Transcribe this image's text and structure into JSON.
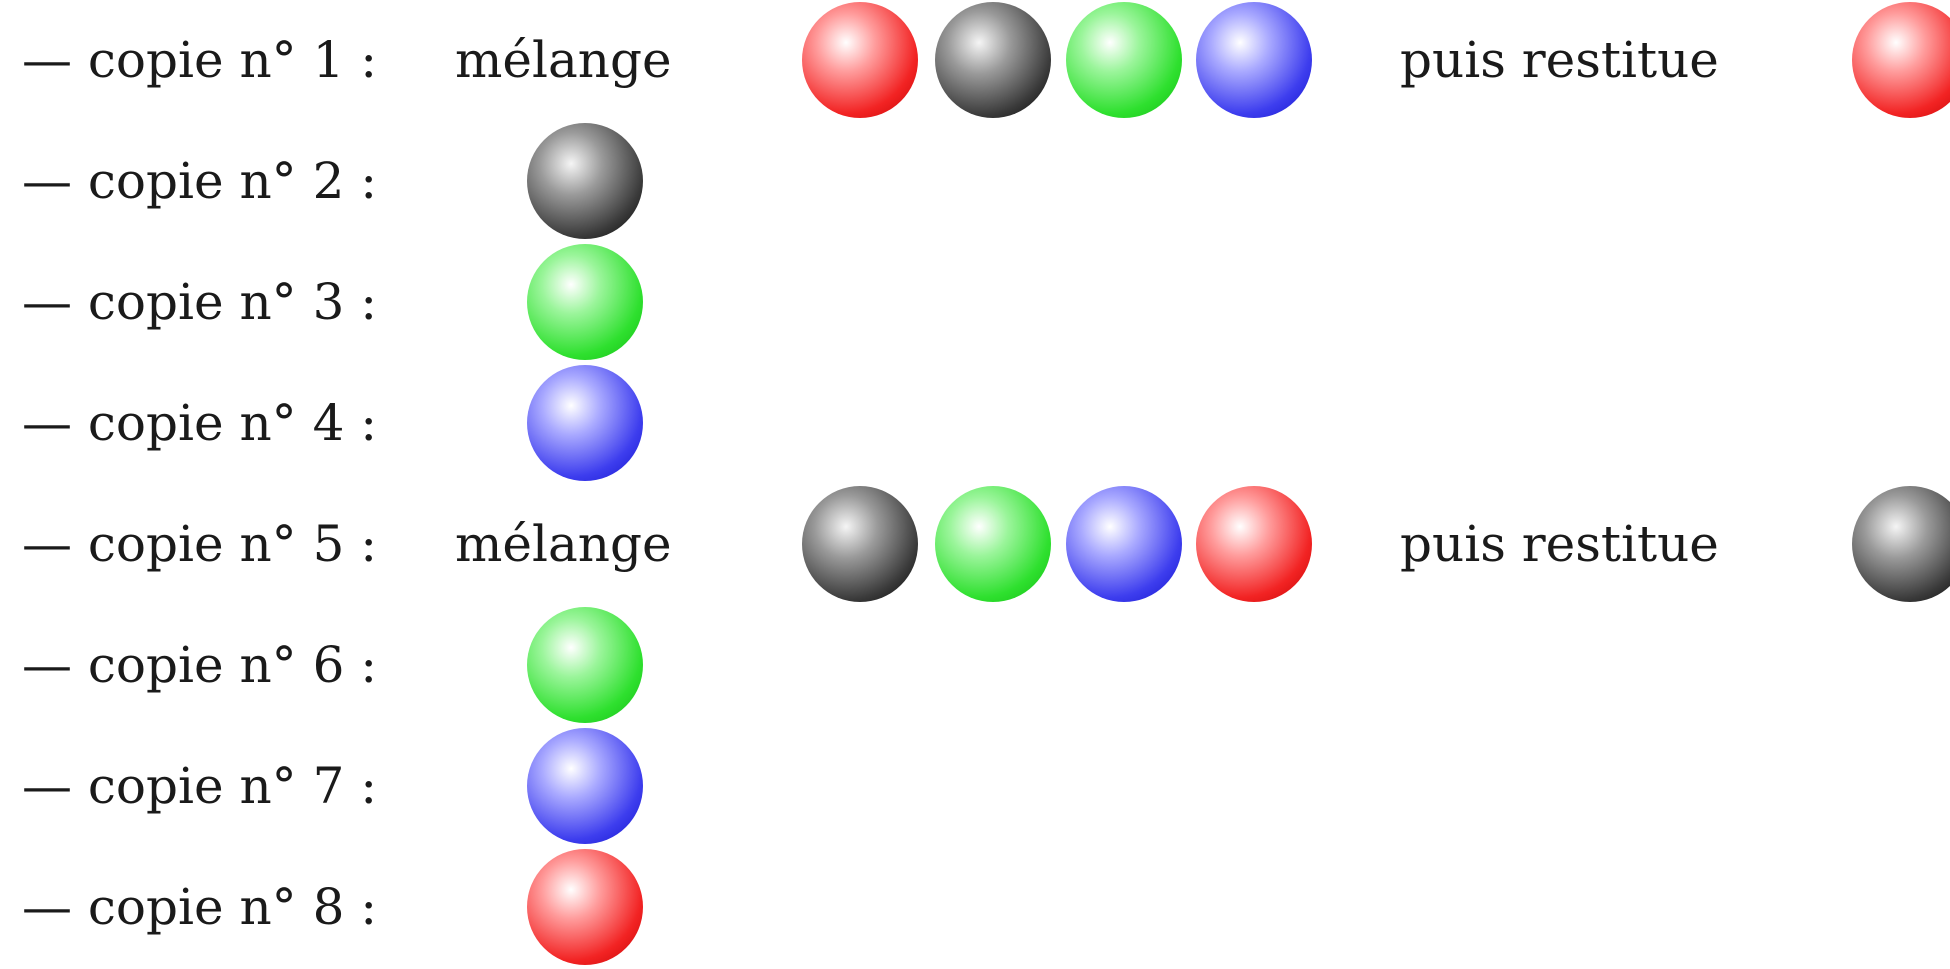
{
  "rows": [
    {
      "label": "— copie n° 1 :",
      "verb": "mélange",
      "mixed": [
        "red",
        "black",
        "green",
        "blue"
      ],
      "then": "puis restitue",
      "result": "red"
    },
    {
      "label": "— copie n° 2 :",
      "single": "black"
    },
    {
      "label": "— copie n° 3 :",
      "single": "green"
    },
    {
      "label": "— copie n° 4 :",
      "single": "blue"
    },
    {
      "label": "— copie n° 5 :",
      "verb": "mélange",
      "mixed": [
        "black",
        "green",
        "blue",
        "red"
      ],
      "then": "puis restitue",
      "result": "black"
    },
    {
      "label": "— copie n° 6 :",
      "single": "green"
    },
    {
      "label": "— copie n° 7 :",
      "single": "blue"
    },
    {
      "label": "— copie n° 8 :",
      "single": "red"
    }
  ],
  "colors": {
    "red": "#f22323",
    "black": "#000000",
    "green": "#2ee02e",
    "blue": "#3d3dee"
  }
}
